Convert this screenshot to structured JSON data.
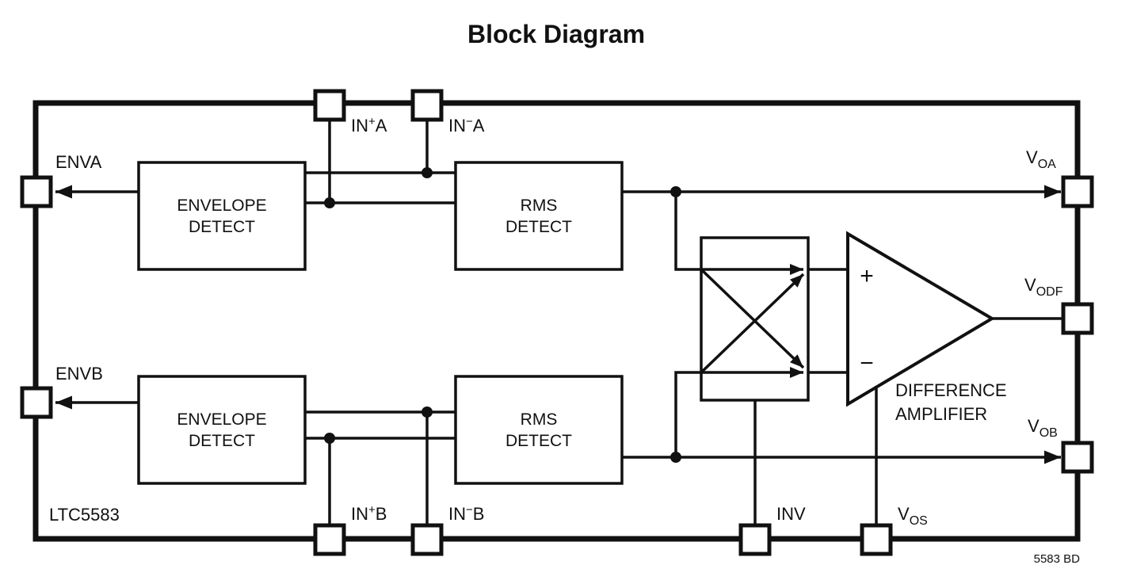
{
  "title": "Block Diagram",
  "chip": {
    "name": "LTC5583",
    "note": "5583 BD"
  },
  "blocks": {
    "envelope_a": {
      "line1": "ENVELOPE",
      "line2": "DETECT"
    },
    "rms_a": {
      "line1": "RMS",
      "line2": "DETECT"
    },
    "envelope_b": {
      "line1": "ENVELOPE",
      "line2": "DETECT"
    },
    "rms_b": {
      "line1": "RMS",
      "line2": "DETECT"
    },
    "diff_amp": {
      "label_line1": "DIFFERENCE",
      "label_line2": "AMPLIFIER",
      "plus": "+",
      "minus": "−"
    }
  },
  "pins": {
    "enva": "ENVA",
    "envb": "ENVB",
    "inv": "INV",
    "in_a_pos": {
      "base": "IN",
      "sign": "+",
      "channel": "A"
    },
    "in_a_neg": {
      "base": "IN",
      "sign": "−",
      "channel": "A"
    },
    "in_b_pos": {
      "base": "IN",
      "sign": "+",
      "channel": "B"
    },
    "in_b_neg": {
      "base": "IN",
      "sign": "−",
      "channel": "B"
    },
    "voa": {
      "base": "V",
      "sub": "OA"
    },
    "vodf": {
      "base": "V",
      "sub": "ODF"
    },
    "vob": {
      "base": "V",
      "sub": "OB"
    },
    "vos": {
      "base": "V",
      "sub": "OS"
    }
  },
  "colors": {
    "ink": "#111111",
    "background": "#ffffff"
  }
}
